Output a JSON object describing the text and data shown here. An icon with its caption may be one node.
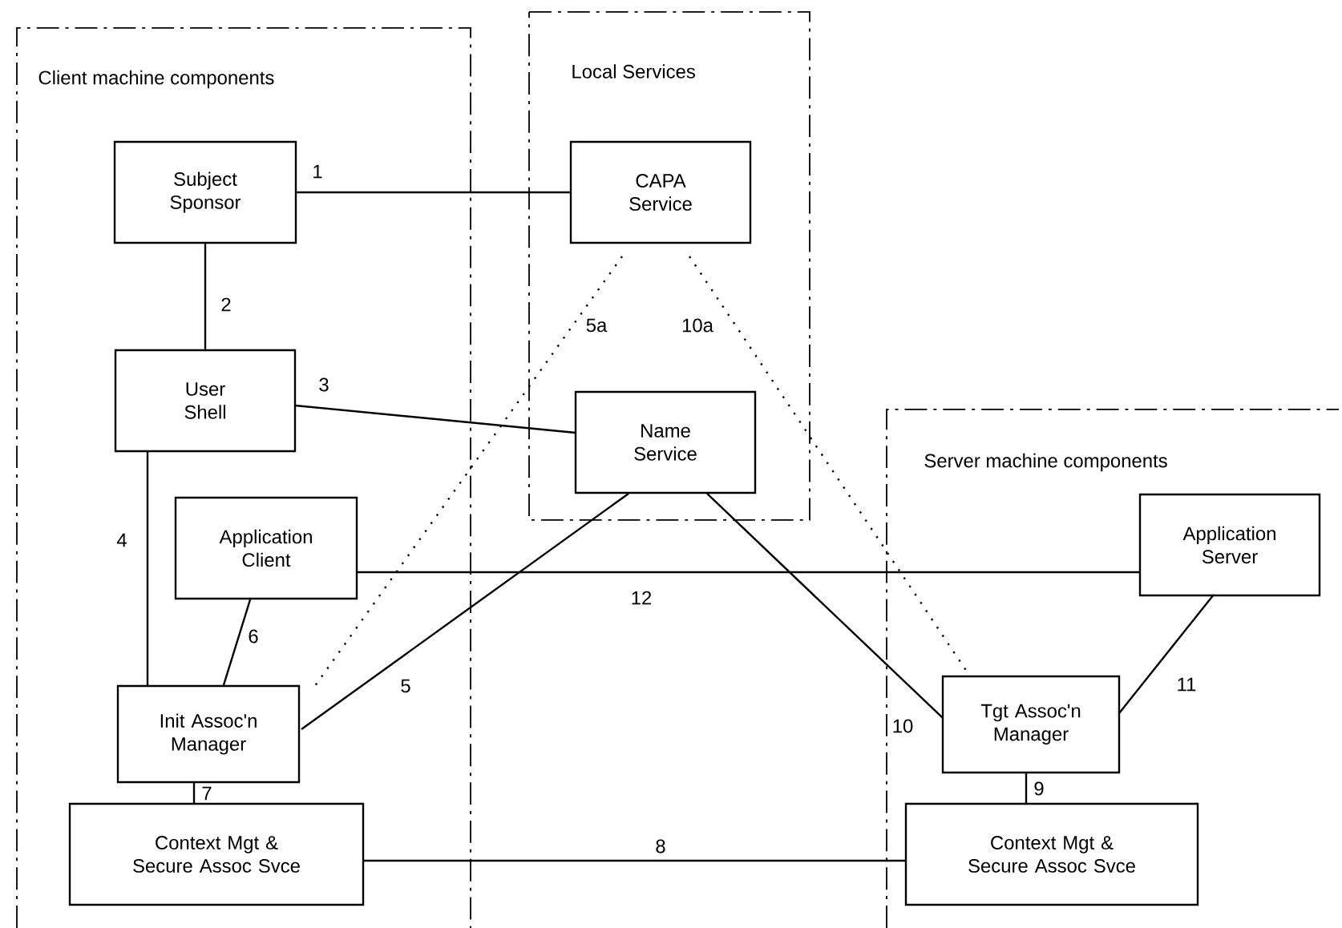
{
  "diagram": {
    "nodes": [
      {
        "text": [
          "Client machine components"
        ]
      },
      {
        "text": [
          "Subject Sponsor"
        ],
        "in": 0
      },
      {
        "text": [
          "User Shell"
        ],
        "in": 0
      },
      {
        "text": [
          "Application Client"
        ],
        "in": 0
      },
      {
        "text": [
          "Init Assoc'n Manager"
        ],
        "in": 0
      },
      {
        "text": [
          "Context Mgt & Secure Assoc Svce"
        ],
        "in": 0
      },
      {
        "text": [
          "Local Services"
        ]
      },
      {
        "text": [
          "CAPA Service"
        ],
        "in": 6
      },
      {
        "text": [
          "Name Service"
        ],
        "in": 6
      },
      {
        "text": [
          "Server machine components"
        ]
      },
      {
        "text": [
          "Application Server"
        ],
        "in": 9
      },
      {
        "text": [
          "Tgt Assoc'n Manager"
        ],
        "in": 9
      },
      {
        "text": [
          "Context Mgt & Secure Assoc Svce"
        ],
        "in": 9
      }
    ],
    "edges": [
      {
        "from": 1,
        "to": 7,
        "arrow": "none",
        "label": "1"
      },
      {
        "from": 1,
        "to": 2,
        "arrow": "none",
        "label": "2"
      },
      {
        "from": 2,
        "to": 8,
        "arrow": "none",
        "label": "3"
      },
      {
        "from": 2,
        "to": 4,
        "arrow": "none",
        "label": "4"
      },
      {
        "from": 4,
        "to": 8,
        "arrow": "none",
        "label": "5"
      },
      {
        "from": 7,
        "to": 4,
        "arrow": "none",
        "label": "5a",
        "style": "dashed"
      },
      {
        "from": 3,
        "to": 4,
        "arrow": "none",
        "label": "6"
      },
      {
        "from": 4,
        "to": 5,
        "arrow": "none",
        "label": "7"
      },
      {
        "from": 5,
        "to": 12,
        "arrow": "none",
        "label": "8"
      },
      {
        "from": 11,
        "to": 12,
        "arrow": "none",
        "label": "9"
      },
      {
        "from": 8,
        "to": 11,
        "arrow": "none",
        "label": "10"
      },
      {
        "from": 7,
        "to": 11,
        "arrow": "none",
        "label": "10a",
        "style": "dashed"
      },
      {
        "from": 10,
        "to": 11,
        "arrow": "none",
        "label": "11"
      },
      {
        "from": 3,
        "to": 10,
        "arrow": "none",
        "label": "12"
      }
    ]
  }
}
